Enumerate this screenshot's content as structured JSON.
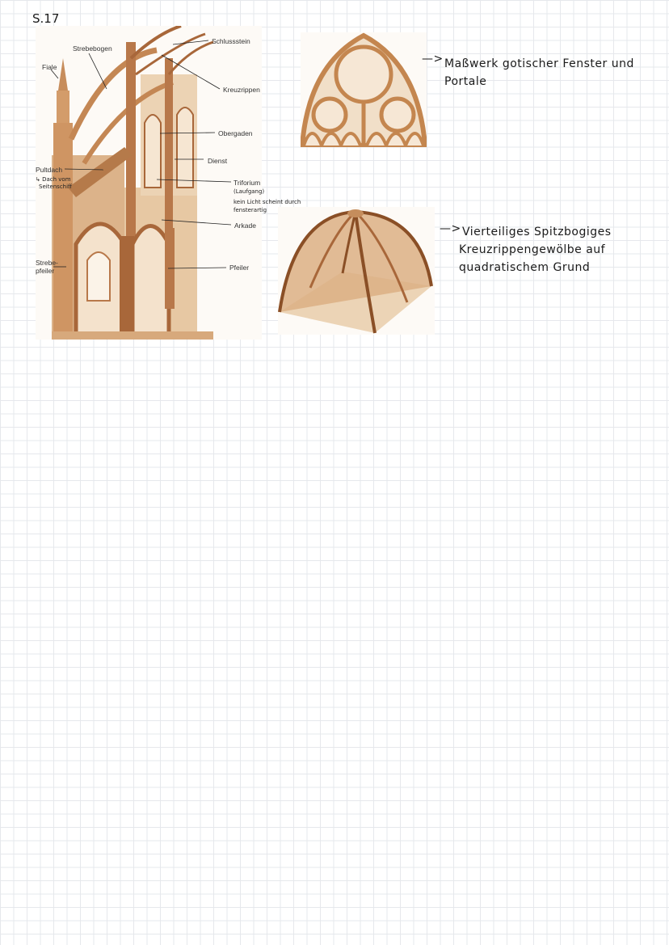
{
  "page_number": "S.17",
  "cathedral": {
    "labels": {
      "schlussstein": "Schlussstein",
      "strebebogen": "Strebebogen",
      "fiale": "Fiale",
      "kreuzrippen": "Kreuzrippen",
      "obergaden": "Obergaden",
      "dienst": "Dienst",
      "pultdach": "Pultdach",
      "triforium": "Triforium",
      "arkade": "Arkade",
      "strebepfeiler_1": "Strebe-",
      "strebepfeiler_2": "pfeiler",
      "pfeiler": "Pfeiler"
    },
    "handnotes": {
      "pultdach_1": "↳ Dach vom",
      "pultdach_2": "Seitenschiff",
      "triforium_1": "(Laufgang)",
      "triforium_2": "kein Licht scheint durch",
      "triforium_3": "fensterartig"
    }
  },
  "tracery_note": {
    "arrow": "—>",
    "line1": "Maßwerk gotischer Fenster und",
    "line2": "Portale"
  },
  "vault_note": {
    "arrow": "—>",
    "line1": "Vierteiliges Spitzbogiges",
    "line2": "Kreuzrippengewölbe auf",
    "line3": "quadratischem Grund"
  },
  "colors": {
    "stone_light": "#f1dfc8",
    "stone_mid": "#d9a877",
    "stone_dark": "#a8673a",
    "rib": "#8a4f26"
  }
}
